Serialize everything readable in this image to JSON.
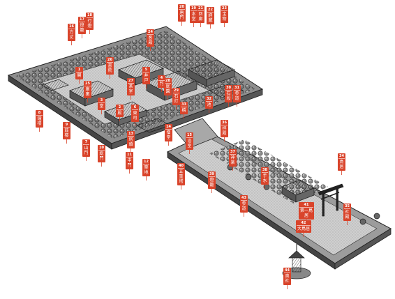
{
  "colors": {
    "label": "#d9442b",
    "ink": "#2b2b2b",
    "ground": "#9a9a9a",
    "paper": "#ffffff"
  },
  "labels": [
    {
      "id": "l1",
      "num": "8",
      "text": "鐘楼"
    },
    {
      "id": "l2",
      "num": "9",
      "text": "鼓楼"
    },
    {
      "id": "l3",
      "num": "7",
      "text": "山門"
    },
    {
      "id": "l4",
      "num": "18",
      "text": "行燈"
    },
    {
      "id": "l5",
      "num": "17",
      "text": "燈籠"
    },
    {
      "id": "l6",
      "num": "16",
      "text": "方丈"
    },
    {
      "id": "l7",
      "num": "20",
      "text": "唐門"
    },
    {
      "id": "l8",
      "num": "19",
      "text": "本堂"
    },
    {
      "id": "l9",
      "num": "21",
      "text": "回廊"
    },
    {
      "id": "l10",
      "num": "22",
      "text": "経蔵"
    },
    {
      "id": "l11",
      "num": "23",
      "text": "宝物"
    },
    {
      "id": "l12",
      "num": "24",
      "text": "客殿"
    },
    {
      "id": "l13",
      "num": "25",
      "text": "庫裏"
    },
    {
      "id": "l14",
      "num": "26",
      "text": "書院"
    },
    {
      "id": "l15",
      "num": "27",
      "text": "茶室"
    },
    {
      "id": "l16",
      "num": "28",
      "text": "庭園"
    },
    {
      "id": "l17",
      "num": "29",
      "text": "石灯"
    },
    {
      "id": "l18",
      "num": "30",
      "text": "石段"
    },
    {
      "id": "l19",
      "num": "31",
      "text": "参道"
    },
    {
      "id": "l20",
      "num": "32",
      "text": "池"
    },
    {
      "id": "l21",
      "num": "33",
      "text": "橋"
    },
    {
      "id": "l22",
      "num": "34",
      "text": "鳥居"
    },
    {
      "id": "l23",
      "num": "35",
      "text": "社殿"
    },
    {
      "id": "l24",
      "num": "36",
      "text": "拝殿"
    },
    {
      "id": "l25",
      "num": "37",
      "text": "神楽"
    },
    {
      "id": "l26",
      "num": "38",
      "text": "手水"
    },
    {
      "id": "l27",
      "num": "39",
      "text": "燈籠"
    },
    {
      "id": "l28",
      "num": "40",
      "text": "五重塔"
    },
    {
      "id": "l29",
      "num": "10",
      "text": "総門"
    },
    {
      "id": "l30",
      "num": "11",
      "text": "中門"
    },
    {
      "id": "l31",
      "num": "12",
      "text": "築地"
    },
    {
      "id": "l32",
      "num": "13",
      "text": "塔頭"
    },
    {
      "id": "l33",
      "num": "14",
      "text": "僧堂"
    },
    {
      "id": "l34",
      "num": "15",
      "text": "浴室"
    },
    {
      "id": "l35",
      "num": "6",
      "text": "東司"
    },
    {
      "id": "l36",
      "num": "5",
      "text": "井戸"
    },
    {
      "id": "l37",
      "num": "4",
      "text": "門"
    },
    {
      "id": "l38",
      "num": "3",
      "text": "堂"
    },
    {
      "id": "l39",
      "num": "2",
      "text": "殿"
    },
    {
      "id": "l40",
      "num": "1",
      "text": "閣"
    },
    {
      "id": "l41",
      "num": "41",
      "text": "第一鳥居"
    },
    {
      "id": "l42",
      "num": "42",
      "text": "大鳥居"
    },
    {
      "id": "l43",
      "num": "43",
      "text": "参道"
    },
    {
      "id": "l44",
      "num": "44",
      "text": "奥社"
    }
  ]
}
